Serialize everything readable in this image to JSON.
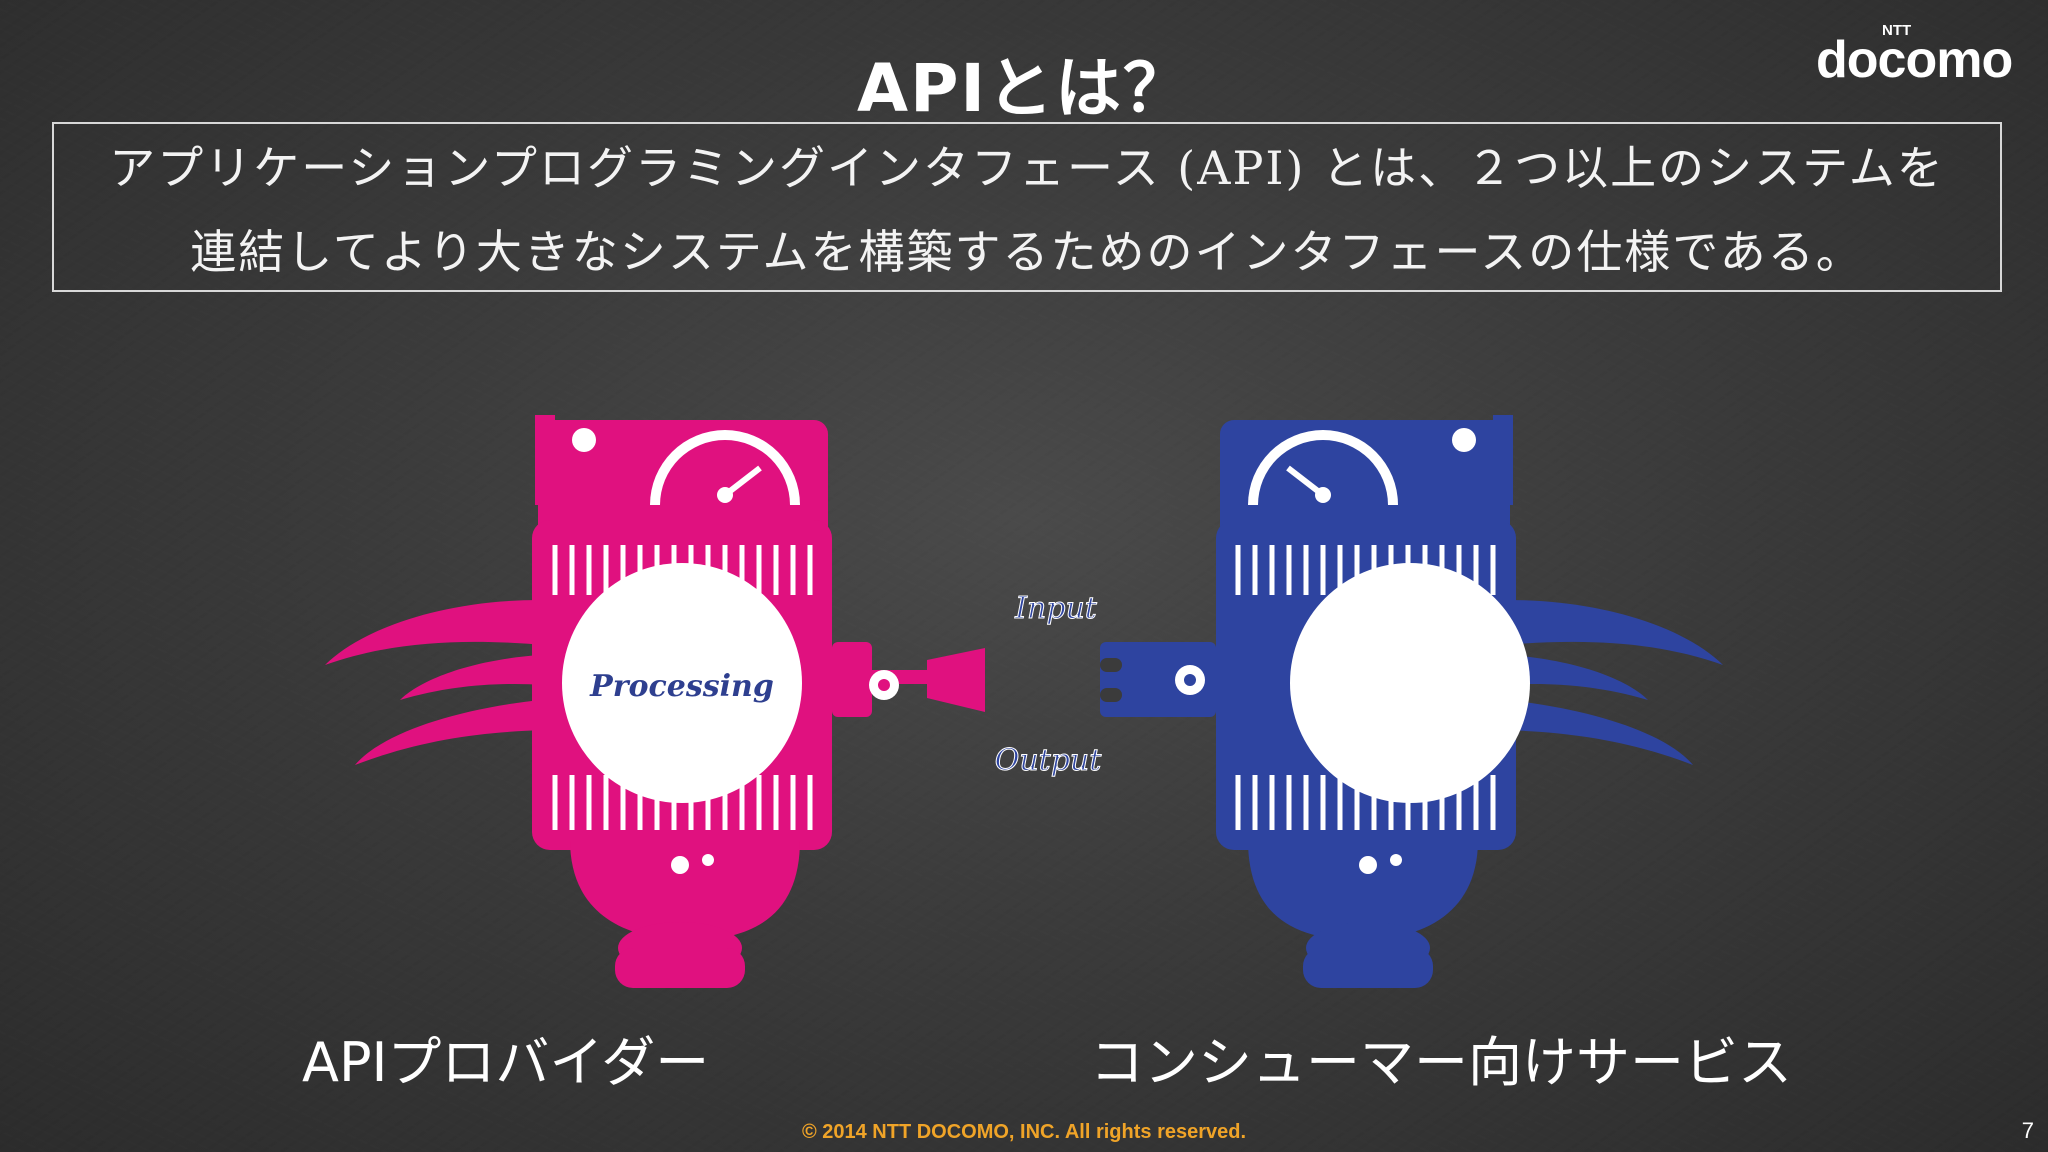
{
  "slide": {
    "title": "APIとは？",
    "definition": {
      "line1": "アプリケーションプログラミングインタフェース (API) とは、２つ以上のシステムを",
      "line2": "連結してより大きなシステムを構築するためのインタフェースの仕様である。"
    },
    "logo": {
      "small": "NTT",
      "brand": "docomo"
    },
    "diagram": {
      "processing_label": "Processing",
      "input_label": "Input",
      "output_label": "Output",
      "left_label": "APIプロバイダー",
      "right_label": "コンシューマー向けサービス",
      "colors": {
        "provider": "#e0117f",
        "consumer": "#2e44a0"
      }
    },
    "footer": "© 2014  NTT DOCOMO, INC. All rights reserved.",
    "page_number": "7"
  }
}
